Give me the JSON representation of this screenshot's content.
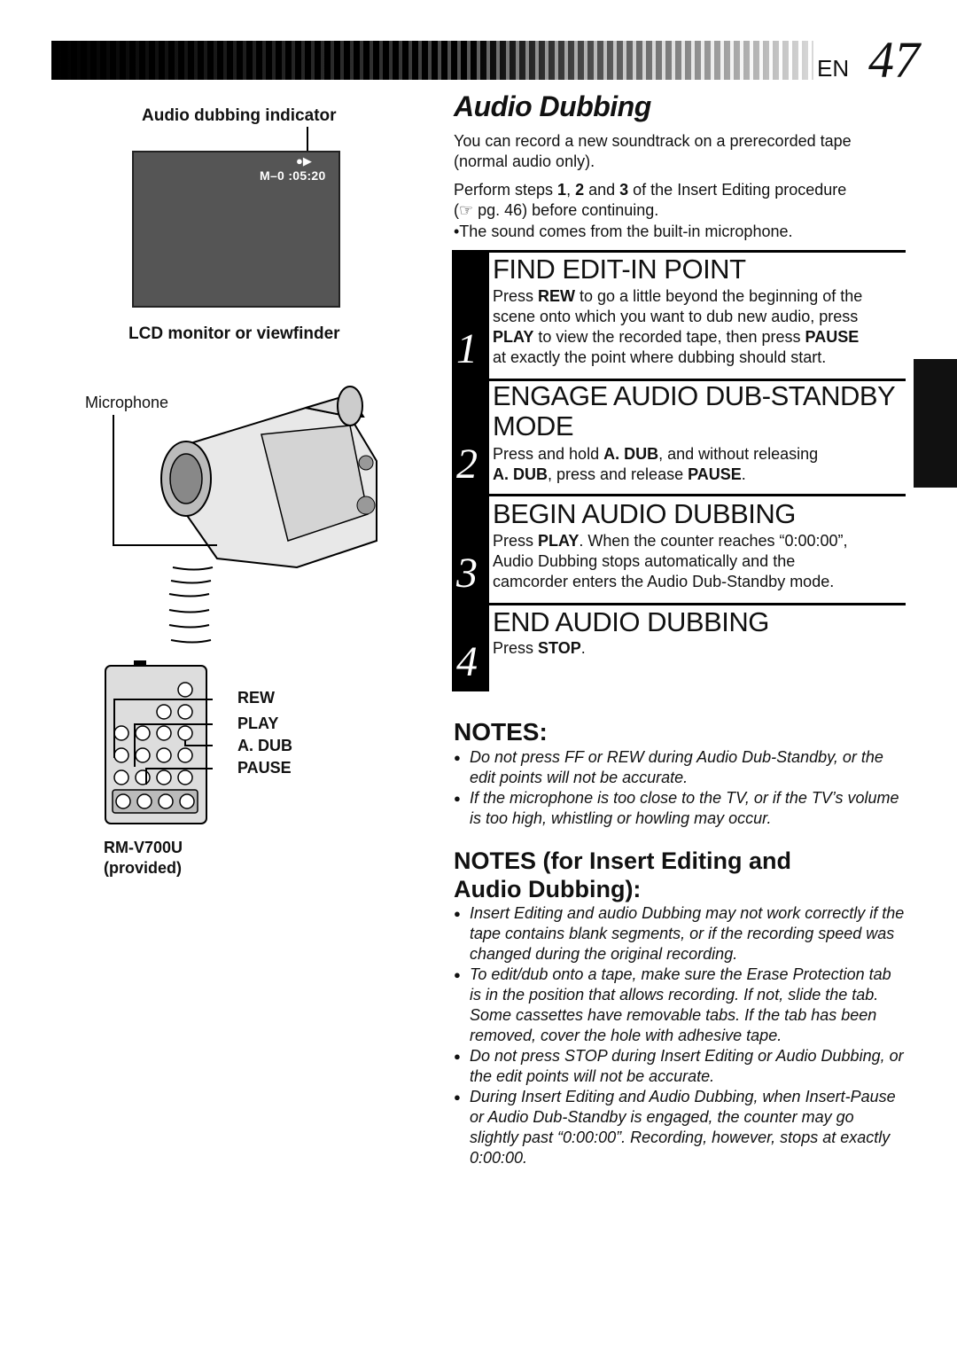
{
  "header": {
    "lang": "EN",
    "page_number": "47"
  },
  "left": {
    "indicator_label": "Audio dubbing indicator",
    "lcd_readout": "M–0 :05:20",
    "lcd_label": "LCD monitor or viewfinder",
    "microphone_label": "Microphone",
    "remote_buttons": [
      "REW",
      "PLAY",
      "A. DUB",
      "PAUSE"
    ],
    "remote_model": "RM-V700U",
    "remote_provided": "(provided)"
  },
  "main": {
    "title": "Audio Dubbing",
    "intro1": "You can record a new soundtrack on a prerecorded tape (normal audio only).",
    "intro2_pre": "Perform steps ",
    "intro2_s1": "1",
    "intro2_c1": ", ",
    "intro2_s2": "2",
    "intro2_and": " and ",
    "intro2_s3": "3",
    "intro2_post": " of the Insert Editing procedure",
    "intro2_line2": "(☞ pg. 46) before continuing.",
    "intro3": "•The sound comes from the built-in microphone.",
    "steps": [
      {
        "num": "1",
        "heading": "FIND EDIT-IN POINT",
        "lines": [
          [
            "Press ",
            "REW",
            " to go a little beyond the beginning of the"
          ],
          [
            "scene onto which you want to dub new audio, press",
            "",
            ""
          ],
          [
            "",
            "PLAY",
            " to view the recorded tape, then press "
          ],
          [
            "at exactly the point where dubbing should start.",
            "",
            ""
          ]
        ],
        "pause": "PAUSE"
      },
      {
        "num": "2",
        "heading_l1": "ENGAGE AUDIO DUB-STANDBY",
        "heading_l2": "MODE",
        "line1_pre": "Press and hold ",
        "line1_b": "A. DUB",
        "line1_post": ", and without releasing",
        "line2_b1": "A. DUB",
        "line2_mid": ", press and release ",
        "line2_b2": "PAUSE",
        "line2_post": "."
      },
      {
        "num": "3",
        "heading": "BEGIN AUDIO DUBBING",
        "line1_pre": "Press ",
        "line1_b": "PLAY",
        "line1_post": ". When the counter reaches “0:00:00”,",
        "line2": "Audio Dubbing stops automatically and the",
        "line3": "camcorder enters the Audio Dub-Standby mode."
      },
      {
        "num": "4",
        "heading": "END AUDIO DUBBING",
        "line1_pre": "Press ",
        "line1_b": "STOP",
        "line1_post": "."
      }
    ],
    "notes_title": "NOTES:",
    "notes": [
      "Do not press FF or REW during Audio Dub-Standby, or the edit points will not be accurate.",
      "If the microphone is too close to the TV, or if the TV’s volume is too high, whistling or howling may occur."
    ],
    "notes2_title_l1": "NOTES (for Insert Editing and",
    "notes2_title_l2": "Audio Dubbing):",
    "notes2": [
      "Insert Editing and audio Dubbing may not work correctly if the tape contains blank segments, or if the recording speed was changed during the original recording.",
      "To edit/dub onto a tape, make sure the Erase Protection tab is in the position that allows recording. If not, slide the tab. Some cassettes have removable tabs. If the tab has been removed, cover the hole with adhesive tape.",
      "Do not press STOP during Insert Editing or Audio Dubbing, or the edit points will not be accurate.",
      "During Insert Editing and Audio Dubbing, when Insert-Pause or Audio Dub-Standby is engaged, the counter may go slightly past “0:00:00”. Recording, however, stops at exactly 0:00:00."
    ]
  }
}
